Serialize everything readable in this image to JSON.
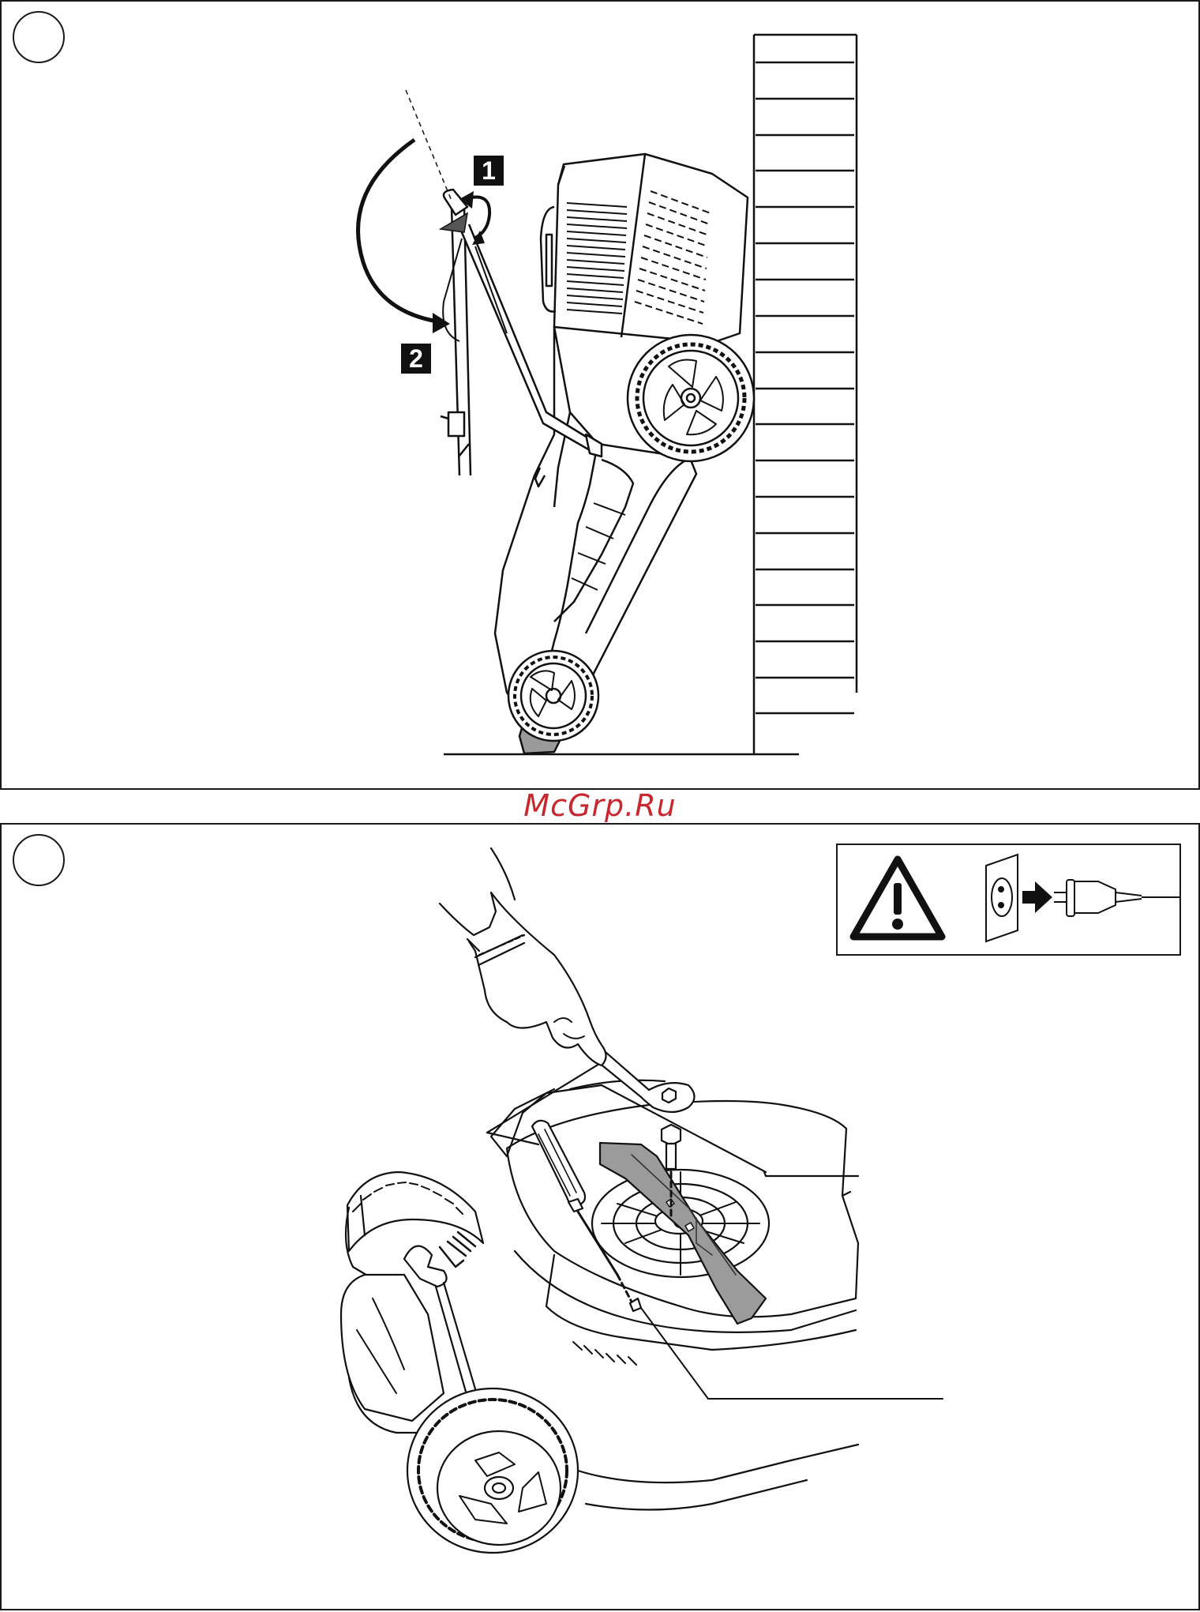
{
  "watermark": {
    "text": "McGrp.Ru",
    "color": "#c8272d"
  },
  "panel_top": {
    "step_circle_label": "",
    "callouts": [
      {
        "label": "1"
      },
      {
        "label": "2"
      }
    ],
    "icons": [
      "lawnmower-upright-icon",
      "rotate-arrow-icon",
      "swing-arrow-icon",
      "wall-icon"
    ]
  },
  "panel_bottom": {
    "step_circle_label": "",
    "icons": [
      "warning-triangle-icon",
      "wall-socket-icon",
      "right-arrow-icon",
      "power-plug-icon",
      "gloved-hand-icon",
      "wrench-icon",
      "screwdriver-icon",
      "blade-icon",
      "bolt-icon",
      "lawnmower-deck-icon"
    ]
  }
}
